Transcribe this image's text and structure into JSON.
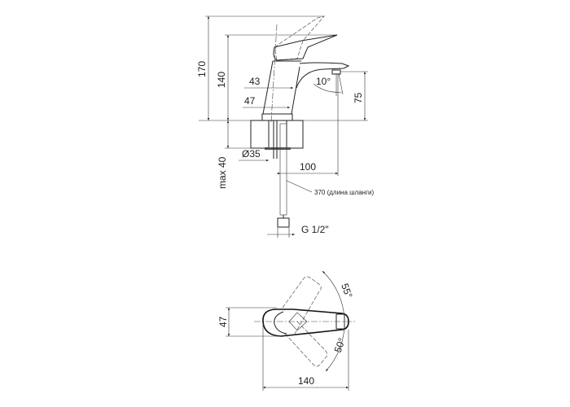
{
  "side_view": {
    "height_total": "170",
    "height_body": "140",
    "body_width_top": "43",
    "body_width_base": "47",
    "spout_angle": "10°",
    "spout_height": "75",
    "hole_diameter": "Ø35",
    "max_thickness": "max 40",
    "spout_reach": "100",
    "hose_length": "370 (длина шланги)",
    "thread": "G 1/2\""
  },
  "top_view": {
    "width": "47",
    "length": "140",
    "rotation_up": "55°",
    "rotation_down": "50°"
  }
}
